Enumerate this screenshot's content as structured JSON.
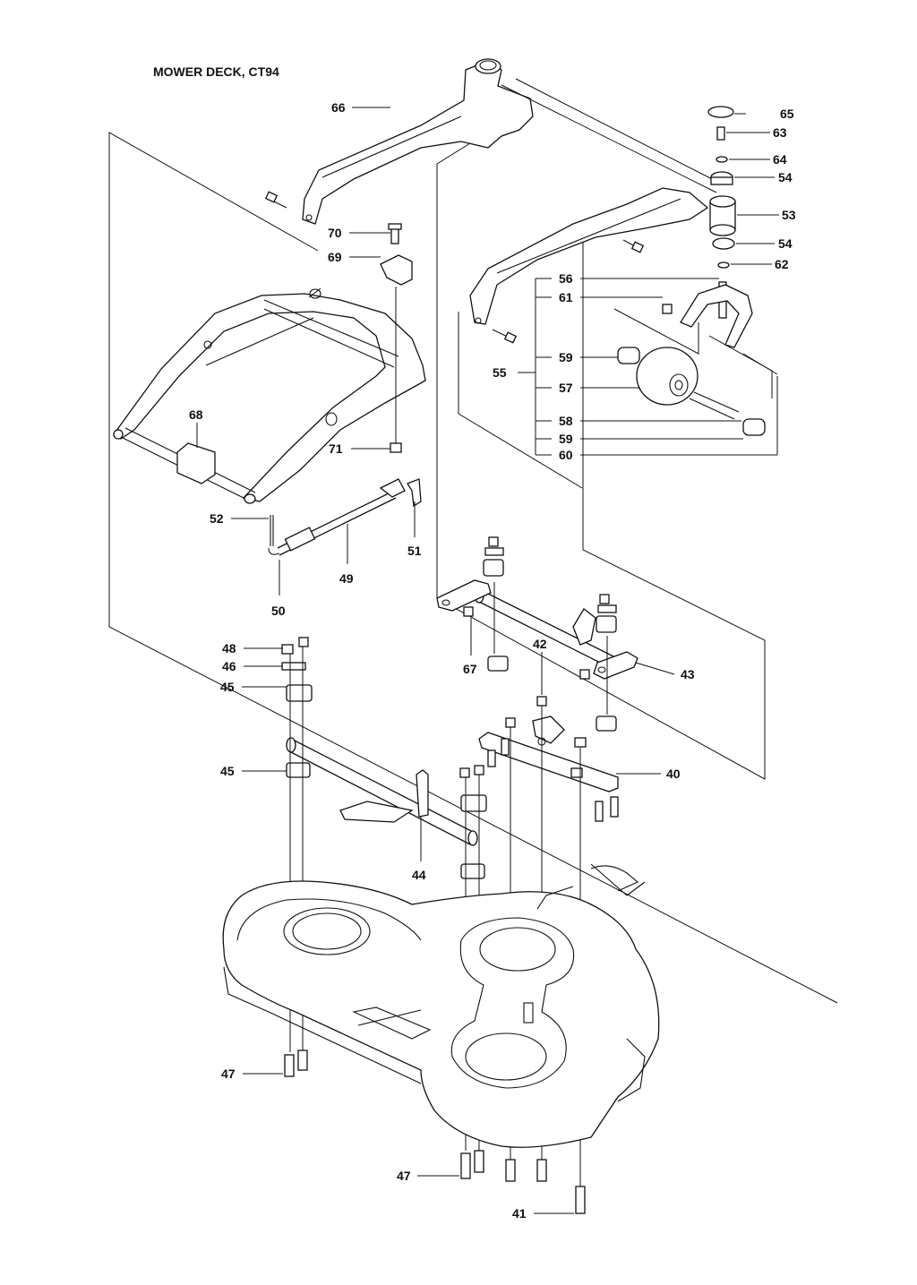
{
  "title": "MOWER DECK, CT94",
  "callouts": [
    "66",
    "65",
    "63",
    "64",
    "54",
    "53",
    "54",
    "62",
    "70",
    "69",
    "56",
    "61",
    "59",
    "55",
    "57",
    "58",
    "59",
    "60",
    "68",
    "71",
    "52",
    "51",
    "49",
    "50",
    "48",
    "46",
    "45",
    "67",
    "42",
    "43",
    "45",
    "40",
    "44",
    "47",
    "47",
    "41"
  ]
}
